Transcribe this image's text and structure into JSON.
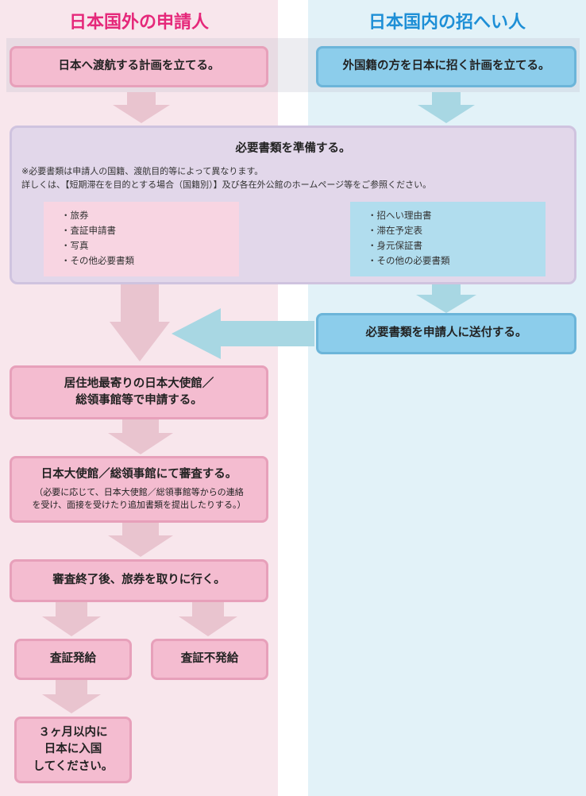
{
  "columns": {
    "left_title": "日本国外の申請人",
    "right_title": "日本国内の招へい人"
  },
  "steps": {
    "applicant_plan": "日本へ渡航する計画を立てる。",
    "inviter_plan": "外国籍の方を日本に招く計画を立てる。",
    "prepare_docs": {
      "title": "必要書類を準備する。",
      "note_line1": "※必要書類は申請人の国籍、渡航目的等によって異なります。",
      "note_line2": "詳しくは、【短期滞在を目的とする場合（国籍別）】及び各在外公館のホームページ等をご参照ください。",
      "applicant_docs": [
        "・旅券",
        "・査証申請書",
        "・写真",
        "・その他必要書類"
      ],
      "inviter_docs": [
        "・招へい理由書",
        "・滞在予定表",
        "・身元保証書",
        "・その他の必要書類"
      ]
    },
    "send_docs": "必要書類を申請人に送付する。",
    "apply_line1": "居住地最寄りの日本大使館／",
    "apply_line2": "総領事館等で申請する。",
    "examine": {
      "title": "日本大使館／総領事館にて審査する。",
      "note_line1": "（必要に応じて、日本大使館／総領事館等からの連絡",
      "note_line2": "を受け、面接を受けたり追加書類を提出したりする。）"
    },
    "pickup": "審査終了後、旅券を取りに行く。",
    "issued": "査証発給",
    "not_issued": "査証不発給",
    "entry_line1": "３ヶ月以内に",
    "entry_line2": "日本に入国",
    "entry_line3": "してください。"
  },
  "colors": {
    "left_title": "#e5287a",
    "right_title": "#1e8fd6",
    "pink_box": "#f4bcd0",
    "blue_box": "#8ccdeb",
    "lavender_box": "#e2d7ea",
    "pink_arrow": "#e9c4cf",
    "blue_arrow": "#a8d7e3"
  }
}
